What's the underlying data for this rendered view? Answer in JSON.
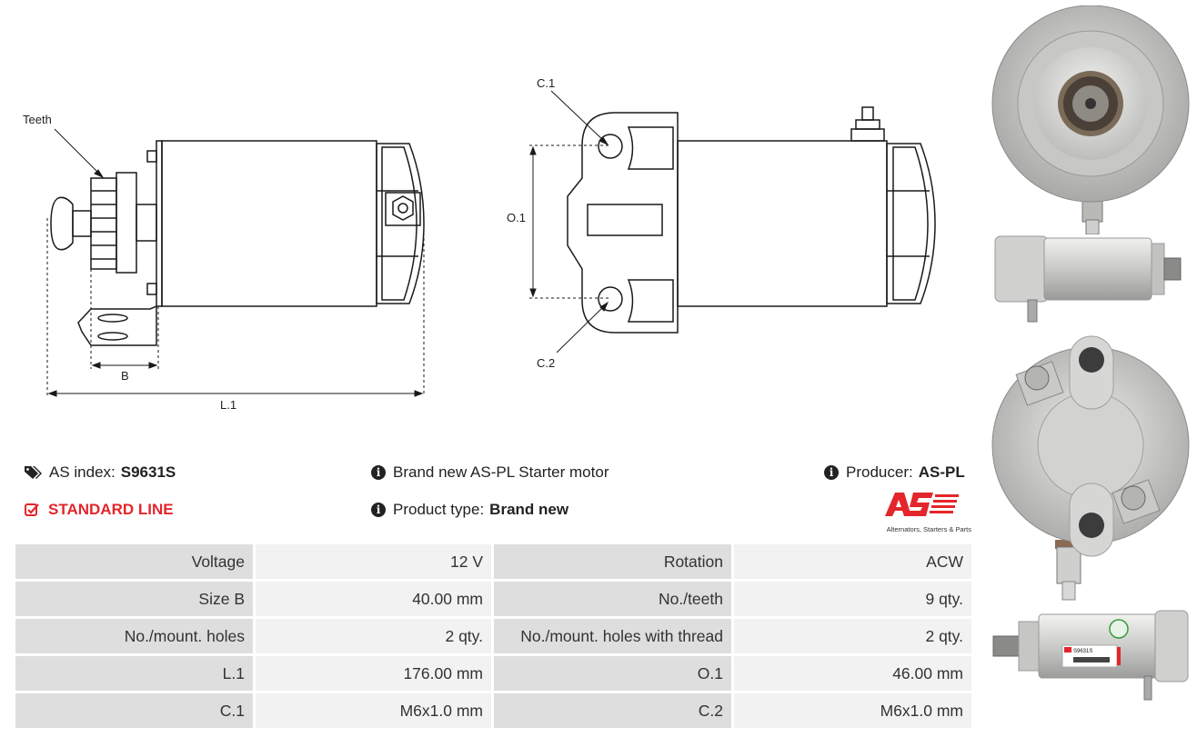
{
  "diagram": {
    "teeth_label": "Teeth",
    "b_label": "B",
    "l1_label": "L.1",
    "c1_label": "C.1",
    "c2_label": "C.2",
    "o1_label": "O.1"
  },
  "product": {
    "index_label": "AS index:",
    "index_value": "S9631S",
    "line_label": "STANDARD LINE",
    "description": "Brand new AS-PL Starter motor",
    "type_label": "Product type:",
    "type_value": "Brand new",
    "producer_label": "Producer:",
    "producer_value": "AS-PL",
    "logo_tagline": "Alternators, Starters & Parts"
  },
  "specs": [
    {
      "label1": "Voltage",
      "value1": "12 V",
      "label2": "Rotation",
      "value2": "ACW"
    },
    {
      "label1": "Size B",
      "value1": "40.00 mm",
      "label2": "No./teeth",
      "value2": "9 qty."
    },
    {
      "label1": "No./mount. holes",
      "value1": "2 qty.",
      "label2": "No./mount. holes with thread",
      "value2": "2 qty."
    },
    {
      "label1": "L.1",
      "value1": "176.00 mm",
      "label2": "O.1",
      "value2": "46.00 mm"
    },
    {
      "label1": "C.1",
      "value1": "M6x1.0 mm",
      "label2": "C.2",
      "value2": "M6x1.0 mm"
    }
  ],
  "photos": {
    "label_text": "S9631S"
  },
  "colors": {
    "accent_red": "#e3262b",
    "label_bg": "#dedede",
    "value_bg": "#f2f2f2"
  },
  "icons": [
    "tags-icon",
    "checkbox-icon",
    "info-icon"
  ]
}
